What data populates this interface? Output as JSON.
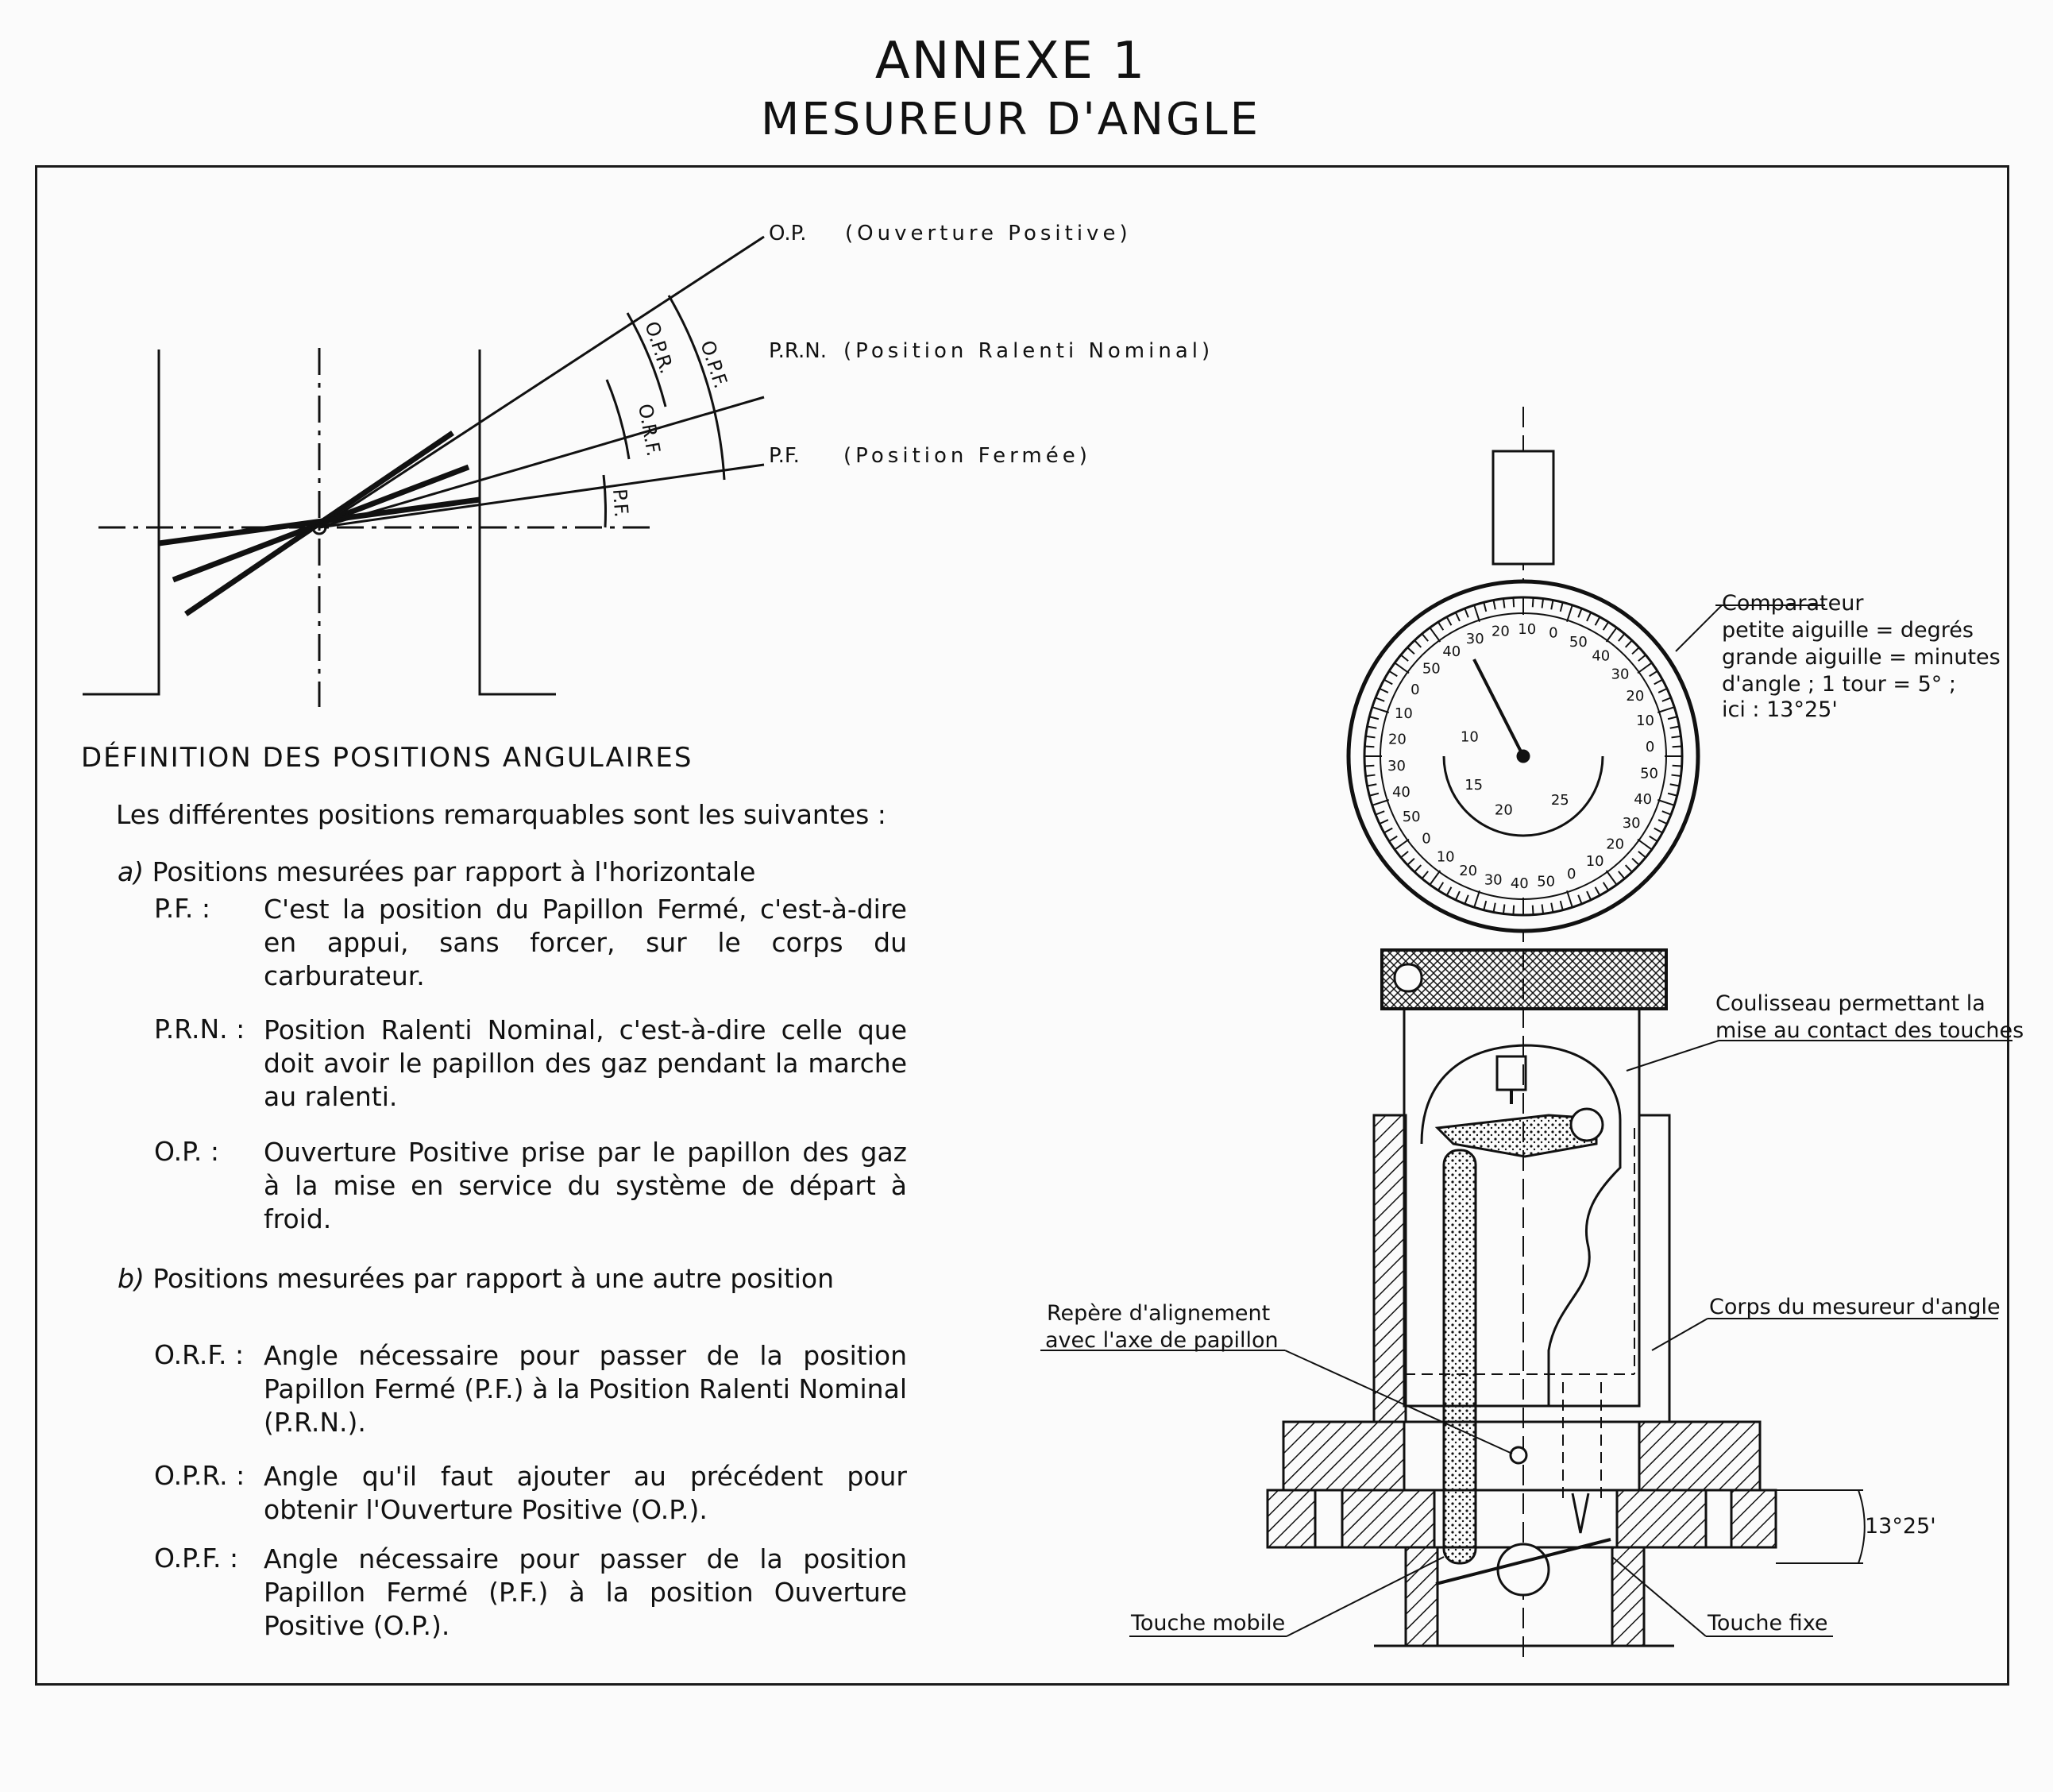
{
  "header": {
    "annexe": "ANNEXE 1",
    "title": "MESUREUR D'ANGLE"
  },
  "left_figure": {
    "op_abbr": "O.P.",
    "op_full": "(Ouverture Positive)",
    "prn_abbr": "P.R.N.",
    "prn_full": "(Position Ralenti Nominal)",
    "pf_abbr": "P.F.",
    "pf_full": "(Position Fermée)",
    "arc_opr": "O.P.R.",
    "arc_opf": "O.P.F.",
    "arc_orf": "O.R.F.",
    "arc_pf": "P.F."
  },
  "definitions": {
    "section_title": "DÉFINITION DES POSITIONS ANGULAIRES",
    "intro": "Les différentes positions remarquables sont les suivantes :",
    "a_marker": "a)",
    "a_title": "Positions mesurées par rapport à l'horizontale",
    "items_a": [
      {
        "abbr": "P.F. :",
        "text": "C'est la position du Papillon Fermé, c'est-à-dire en appui, sans forcer, sur le corps du carburateur."
      },
      {
        "abbr": "P.R.N. :",
        "text": "Position Ralenti Nominal, c'est-à-dire celle que doit avoir le papillon des gaz pendant la marche au ralenti."
      },
      {
        "abbr": "O.P. :",
        "text": "Ouverture Positive prise par le papillon des gaz à la mise en service du système de départ à froid."
      }
    ],
    "b_marker": "b)",
    "b_title": "Positions mesurées par rapport à une autre position",
    "items_b": [
      {
        "abbr": "O.R.F. :",
        "text": "Angle nécessaire pour passer de la position Papillon Fermé (P.F.) à la Position Ralenti Nominal (P.R.N.)."
      },
      {
        "abbr": "O.P.R. :",
        "text": "Angle qu'il faut ajouter au précédent pour obtenir l'Ouverture Positive (O.P.)."
      },
      {
        "abbr": "O.P.F. :",
        "text": "Angle nécessaire pour passer de la position Papillon Fermé (P.F.) à la position Ouverture Positive (O.P.)."
      }
    ]
  },
  "right_figure": {
    "comparateur": {
      "title": "Comparateur",
      "line1": "petite aiguille = degrés",
      "line2": "grande aiguille = minutes",
      "line3": "d'angle ; 1 tour = 5° ;",
      "line4": "ici : 13°25'"
    },
    "coulisseau_line1": "Coulisseau permettant la",
    "coulisseau_line2": "mise au contact des touches",
    "corps": "Corps du mesureur d'angle",
    "repere_line1": "Repère d'alignement",
    "repere_line2": "avec l'axe de papillon",
    "angle_value": "13°25'",
    "touche_mobile": "Touche mobile",
    "touche_fixe": "Touche fixe",
    "dial_outer": [
      "20",
      "10",
      "0",
      "50",
      "40",
      "30",
      "20",
      "10",
      "0",
      "50",
      "40",
      "30",
      "20",
      "10",
      "0",
      "50",
      "40",
      "30",
      "20",
      "10",
      "0",
      "50",
      "40",
      "30",
      "20",
      "10",
      "0",
      "50",
      "40",
      "30"
    ],
    "dial_inner": [
      "10",
      "15",
      "20",
      "25"
    ]
  }
}
